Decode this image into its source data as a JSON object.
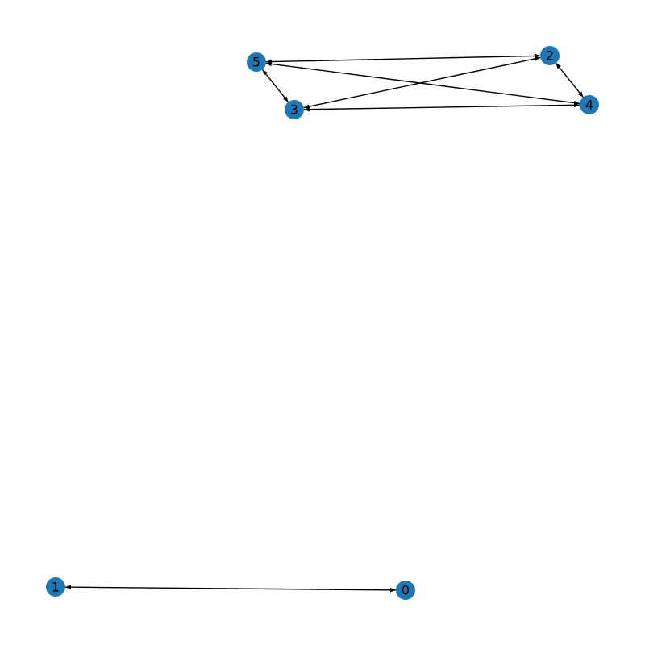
{
  "graph": {
    "directed": true,
    "node_color": "#1f77b4",
    "edge_color": "#000000",
    "label_color": "#000000",
    "nodes": [
      {
        "id": "0",
        "label": "0"
      },
      {
        "id": "1",
        "label": "1"
      },
      {
        "id": "2",
        "label": "2"
      },
      {
        "id": "3",
        "label": "3"
      },
      {
        "id": "4",
        "label": "4"
      },
      {
        "id": "5",
        "label": "5"
      }
    ],
    "edges": [
      {
        "source": "1",
        "target": "0",
        "bidirectional": true
      },
      {
        "source": "5",
        "target": "2",
        "bidirectional": true
      },
      {
        "source": "5",
        "target": "4",
        "bidirectional": true
      },
      {
        "source": "5",
        "target": "3",
        "bidirectional": true
      },
      {
        "source": "3",
        "target": "2",
        "bidirectional": true
      },
      {
        "source": "3",
        "target": "4",
        "bidirectional": true
      },
      {
        "source": "2",
        "target": "4",
        "bidirectional": true
      }
    ]
  }
}
